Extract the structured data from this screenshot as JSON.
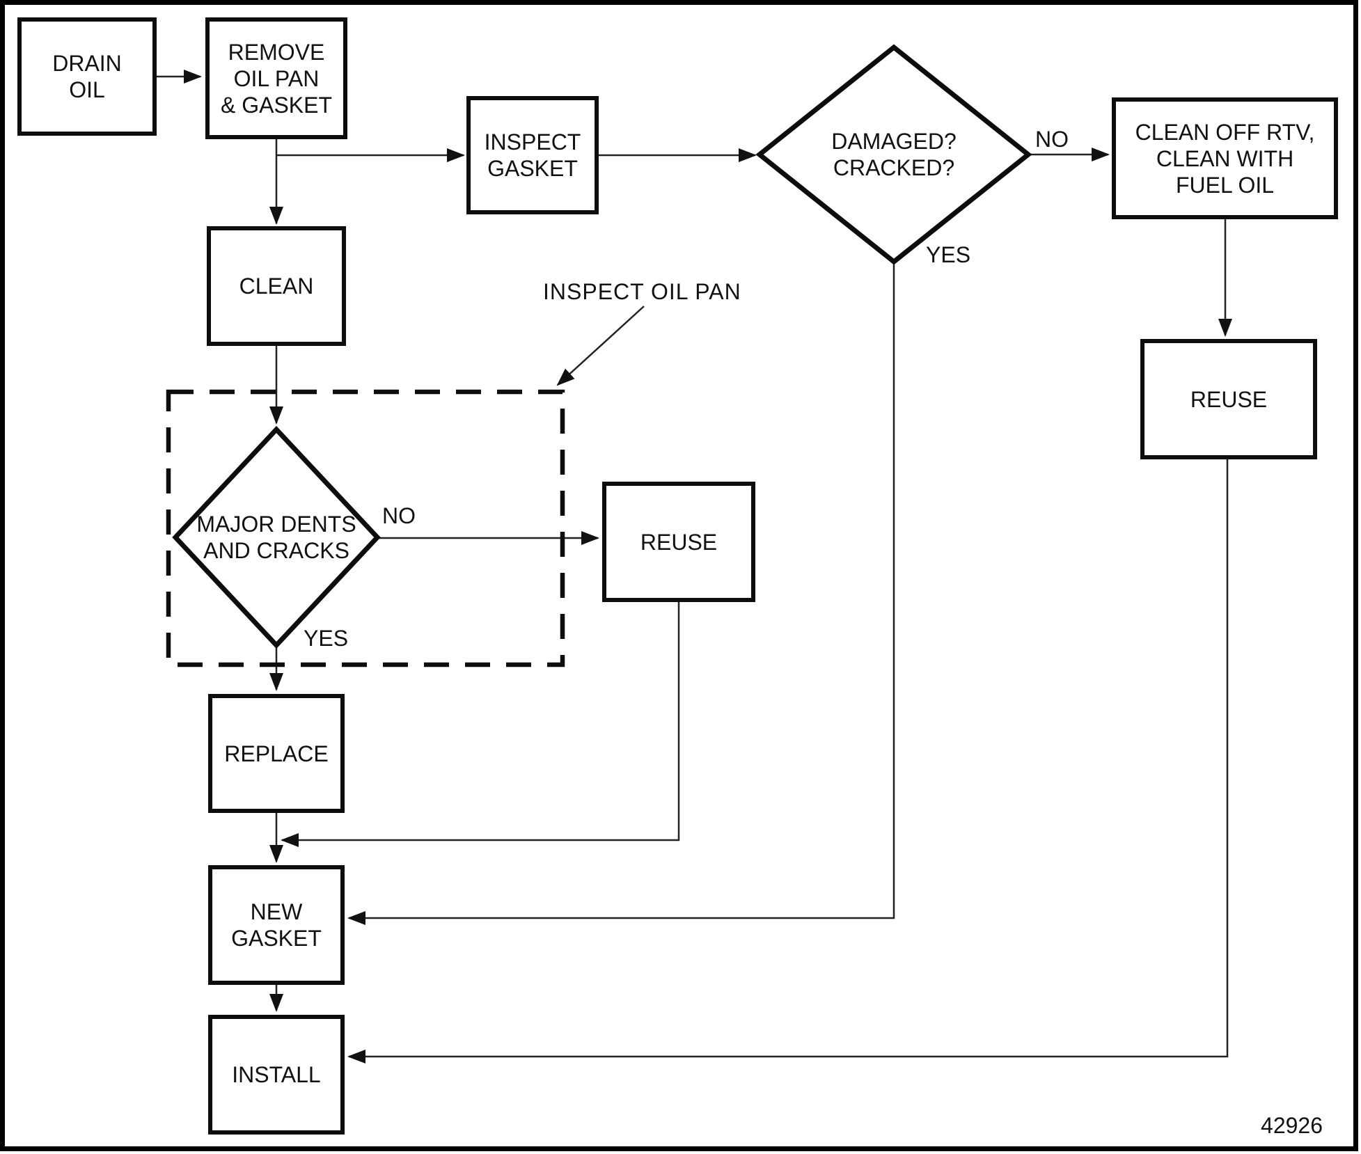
{
  "figure_number": "42926",
  "colors": {
    "ink": "#0d0d0d",
    "background": "#ffffff"
  },
  "nodes": {
    "drain_oil": {
      "label": "DRAIN\nOIL"
    },
    "remove_oil_pan": {
      "label": "REMOVE\nOIL PAN\n& GASKET"
    },
    "inspect_gasket": {
      "label": "INSPECT\nGASKET"
    },
    "damaged_cracked": {
      "label": "DAMAGED?\nCRACKED?"
    },
    "clean_off_rtv": {
      "label": "CLEAN OFF RTV,\nCLEAN WITH\nFUEL OIL"
    },
    "reuse_right": {
      "label": "REUSE"
    },
    "clean": {
      "label": "CLEAN"
    },
    "major_dents": {
      "label": "MAJOR DENTS\nAND CRACKS"
    },
    "reuse_mid": {
      "label": "REUSE"
    },
    "replace": {
      "label": "REPLACE"
    },
    "new_gasket": {
      "label": "NEW\nGASKET"
    },
    "install": {
      "label": "INSTALL"
    }
  },
  "edge_labels": {
    "damaged_no": "NO",
    "damaged_yes": "YES",
    "dents_no": "NO",
    "dents_yes": "YES"
  },
  "annotations": {
    "inspect_oil_pan": "INSPECT OIL PAN"
  }
}
